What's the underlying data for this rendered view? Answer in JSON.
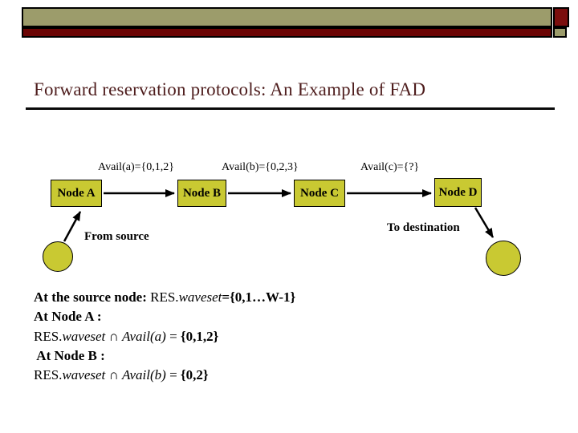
{
  "colors": {
    "olive": "#9C9C6B",
    "maroon": "#6B0404",
    "dark-red": "#7B0E0E",
    "node-fill": "#C9C932",
    "title-color": "#4E1D1D"
  },
  "slide": {
    "title": "Forward reservation protocols: An Example of FAD"
  },
  "diagram": {
    "avail_labels": [
      "Avail(a)={0,1,2}",
      "Avail(b)={0,2,3}",
      "Avail(c)={?}"
    ],
    "nodes": [
      "Node A",
      "Node B",
      "Node C",
      "Node D"
    ],
    "from_source": "From source",
    "to_destination": "To destination"
  },
  "notes": {
    "lines": [
      {
        "segs": [
          {
            "t": "At the source node: "
          },
          {
            "t": "RES."
          },
          {
            "t": "waveset"
          },
          {
            "t": "={0,1…W-1}"
          }
        ]
      },
      {
        "segs": [
          {
            "t": "At Node A :"
          }
        ]
      },
      {
        "segs": [
          {
            "t": "RES."
          },
          {
            "t": "waveset"
          },
          {
            "t": " ∩ "
          },
          {
            "t": "Avail(a)"
          },
          {
            "t": " = "
          },
          {
            "t": "{0,1,2}"
          }
        ]
      },
      {
        "segs": [
          {
            "t": " At Node B :"
          }
        ]
      },
      {
        "segs": [
          {
            "t": "RES."
          },
          {
            "t": "waveset"
          },
          {
            "t": " ∩ "
          },
          {
            "t": "Avail(b)"
          },
          {
            "t": " = "
          },
          {
            "t": "{0,2}"
          }
        ]
      }
    ]
  }
}
